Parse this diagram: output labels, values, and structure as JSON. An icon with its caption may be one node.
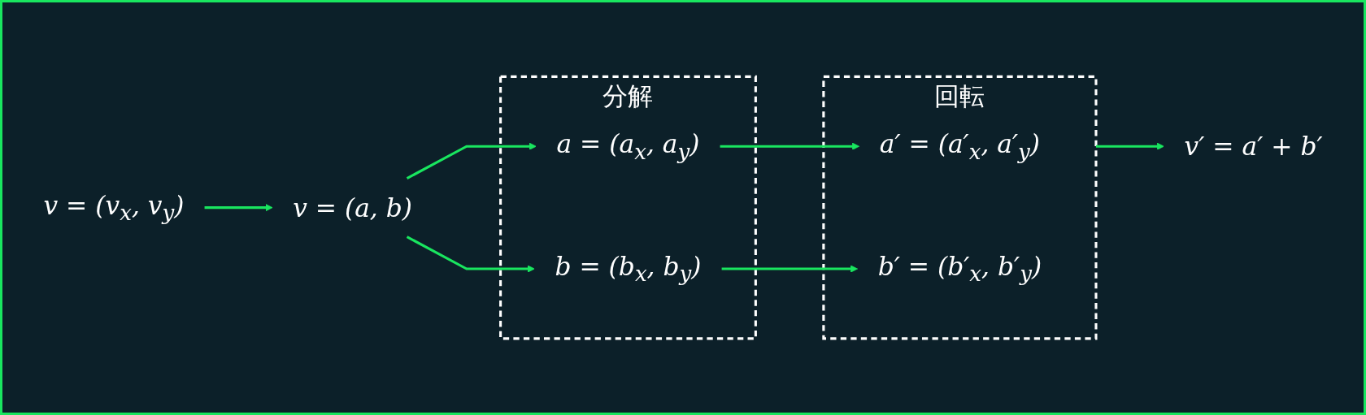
{
  "diagram": {
    "nodes": [
      {
        "text": [
          "v = (v$_{x}$, v$_{y}$)"
        ]
      },
      {
        "text": [
          "v = (a, b)"
        ]
      },
      {
        "text": [
          "分解"
        ]
      },
      {
        "text": [
          "a = (a$_{x}$, a$_{y}$)"
        ],
        "in": 2
      },
      {
        "text": [
          "b = (b$_{x}$, b$_{y}$)"
        ],
        "in": 2
      },
      {
        "text": [
          "回転"
        ]
      },
      {
        "text": [
          "a′ = (a′$_{x}$, a′$_{y}$)"
        ],
        "in": 5
      },
      {
        "text": [
          "b′ = (b′$_{x}$, b′$_{y}$)"
        ],
        "in": 5
      },
      {
        "text": [
          "v′ = a′ + b′"
        ]
      }
    ],
    "edges": [
      {
        "from": 0,
        "to": 1,
        "arrow": "to"
      },
      {
        "from": 1,
        "to": 3,
        "arrow": "to"
      },
      {
        "from": 1,
        "to": 4,
        "arrow": "to"
      },
      {
        "from": 3,
        "to": 6,
        "arrow": "to"
      },
      {
        "from": 4,
        "to": 7,
        "arrow": "to"
      },
      {
        "from": 5,
        "to": 8,
        "arrow": "to"
      }
    ]
  }
}
